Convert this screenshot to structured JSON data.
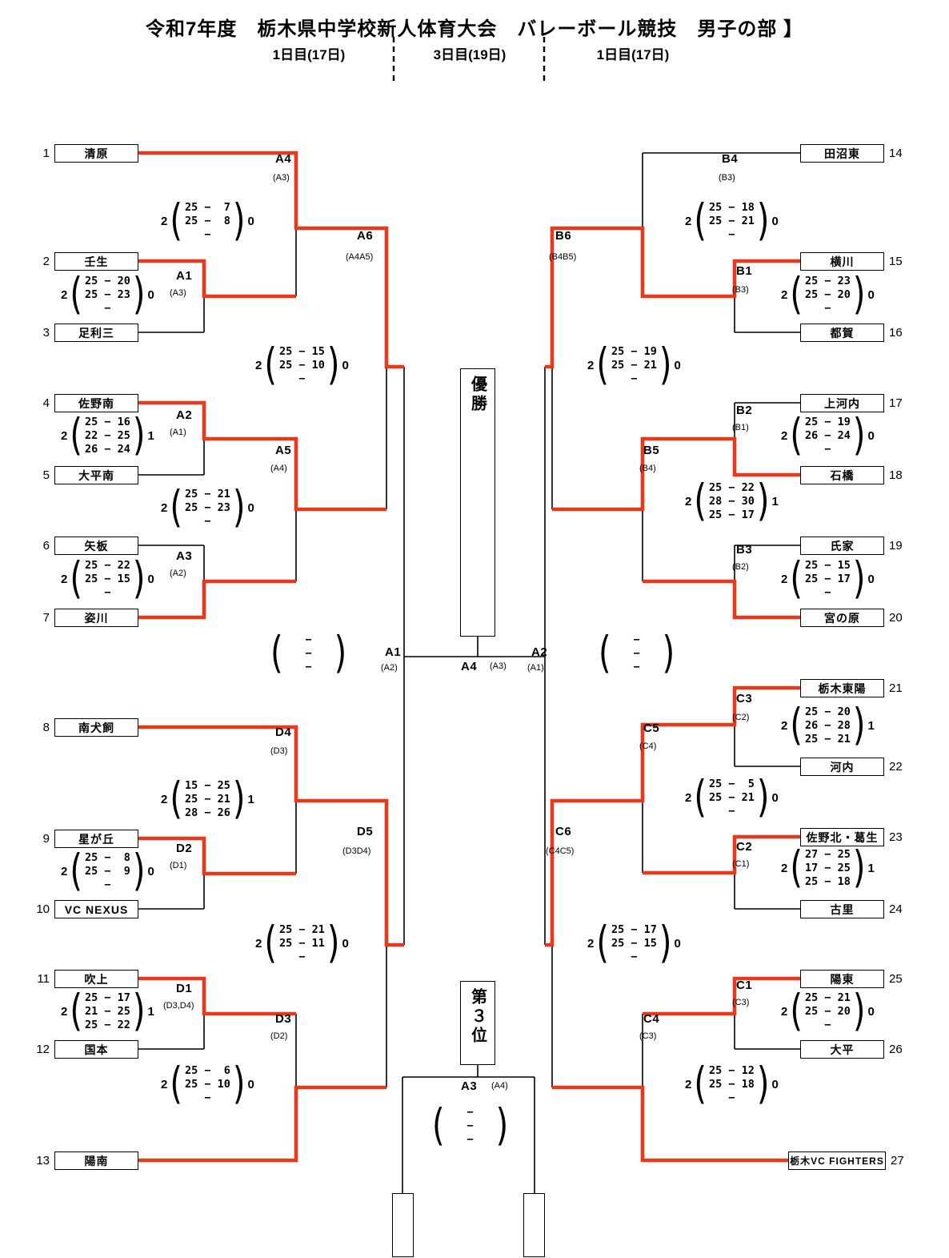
{
  "title": "令和7年度　栃木県中学校新人体育大会　バレーボール競技　男子の部 】",
  "day_headers": [
    "1日目(17日)",
    "3日目(19日)",
    "1日目(17日)"
  ],
  "center": {
    "champion_label": "優勝",
    "third_place_label": "第３位"
  },
  "accent_color": "#e8391d",
  "teams": [
    {
      "seed": "1",
      "name": "清原"
    },
    {
      "seed": "2",
      "name": "壬生"
    },
    {
      "seed": "3",
      "name": "足利三"
    },
    {
      "seed": "4",
      "name": "佐野南"
    },
    {
      "seed": "5",
      "name": "大平南"
    },
    {
      "seed": "6",
      "name": "矢板"
    },
    {
      "seed": "7",
      "name": "姿川"
    },
    {
      "seed": "8",
      "name": "南犬飼"
    },
    {
      "seed": "9",
      "name": "星が丘"
    },
    {
      "seed": "10",
      "name": "VC NEXUS"
    },
    {
      "seed": "11",
      "name": "吹上"
    },
    {
      "seed": "12",
      "name": "国本"
    },
    {
      "seed": "13",
      "name": "陽南"
    },
    {
      "seed": "14",
      "name": "田沼東"
    },
    {
      "seed": "15",
      "name": "横川"
    },
    {
      "seed": "16",
      "name": "都賀"
    },
    {
      "seed": "17",
      "name": "上河内"
    },
    {
      "seed": "18",
      "name": "石橋"
    },
    {
      "seed": "19",
      "name": "氏家"
    },
    {
      "seed": "20",
      "name": "宮の原"
    },
    {
      "seed": "21",
      "name": "栃木東陽"
    },
    {
      "seed": "22",
      "name": "河内"
    },
    {
      "seed": "23",
      "name": "佐野北・葛生"
    },
    {
      "seed": "24",
      "name": "古里"
    },
    {
      "seed": "25",
      "name": "陽東"
    },
    {
      "seed": "26",
      "name": "大平"
    },
    {
      "seed": "27",
      "name": "栃木VC FIGHTERS"
    }
  ],
  "matches": [
    {
      "id": "A4",
      "w": "2",
      "l": "0",
      "sets": [
        "25 −  7",
        "25 −  8",
        "−"
      ]
    },
    {
      "id": "A1",
      "w": "2",
      "l": "0",
      "sets": [
        "25 − 20",
        "25 − 23",
        "−"
      ]
    },
    {
      "id": "A6",
      "w": "2",
      "l": "0",
      "sets": [
        "25 − 15",
        "25 − 10",
        "−"
      ]
    },
    {
      "id": "A2",
      "w": "2",
      "l": "1",
      "sets": [
        "25 − 16",
        "22 − 25",
        "26 − 24"
      ]
    },
    {
      "id": "A5",
      "w": "2",
      "l": "0",
      "sets": [
        "25 − 21",
        "25 − 23",
        "−"
      ]
    },
    {
      "id": "A3",
      "w": "2",
      "l": "0",
      "sets": [
        "25 − 22",
        "25 − 15",
        "−"
      ]
    },
    {
      "id": "D4",
      "w": "2",
      "l": "1",
      "sets": [
        "15 − 25",
        "25 − 21",
        "28 − 26"
      ]
    },
    {
      "id": "D2",
      "w": "2",
      "l": "0",
      "sets": [
        "25 −  8",
        "25 −  9",
        "−"
      ]
    },
    {
      "id": "D5",
      "w": "2",
      "l": "0",
      "sets": [
        "25 − 21",
        "25 − 11",
        "−"
      ]
    },
    {
      "id": "D1",
      "w": "2",
      "l": "1",
      "sets": [
        "25 − 17",
        "21 − 25",
        "25 − 22"
      ]
    },
    {
      "id": "D3",
      "w": "2",
      "l": "0",
      "sets": [
        "25 −  6",
        "25 − 10",
        "−"
      ]
    },
    {
      "id": "B4",
      "w": "2",
      "l": "0",
      "sets": [
        "25 − 18",
        "25 − 21",
        "−"
      ]
    },
    {
      "id": "B1",
      "w": "2",
      "l": "0",
      "sets": [
        "25 − 23",
        "25 − 20",
        "−"
      ]
    },
    {
      "id": "B6",
      "w": "2",
      "l": "0",
      "sets": [
        "25 − 19",
        "25 − 21",
        "−"
      ]
    },
    {
      "id": "B2",
      "w": "2",
      "l": "0",
      "sets": [
        "25 − 19",
        "26 − 24",
        "−"
      ]
    },
    {
      "id": "B5",
      "w": "2",
      "l": "1",
      "sets": [
        "25 − 22",
        "28 − 30",
        "25 − 17"
      ]
    },
    {
      "id": "B3",
      "w": "2",
      "l": "0",
      "sets": [
        "25 − 15",
        "25 − 17",
        "−"
      ]
    },
    {
      "id": "C3",
      "w": "2",
      "l": "1",
      "sets": [
        "25 − 20",
        "26 − 28",
        "25 − 21"
      ]
    },
    {
      "id": "C5",
      "w": "2",
      "l": "0",
      "sets": [
        "25 −  5",
        "25 − 21",
        "−"
      ]
    },
    {
      "id": "C2",
      "w": "2",
      "l": "1",
      "sets": [
        "27 − 25",
        "17 − 25",
        "25 − 18"
      ]
    },
    {
      "id": "C6",
      "w": "2",
      "l": "0",
      "sets": [
        "25 − 17",
        "25 − 15",
        "−"
      ]
    },
    {
      "id": "C1",
      "w": "2",
      "l": "0",
      "sets": [
        "25 − 21",
        "25 − 20",
        "−"
      ]
    },
    {
      "id": "C4",
      "w": "2",
      "l": "0",
      "sets": [
        "25 − 12",
        "25 − 18",
        "−"
      ]
    },
    {
      "id": "sf-left",
      "sets": [
        "−",
        "−",
        "−"
      ]
    },
    {
      "id": "sf-right",
      "sets": [
        "−",
        "−",
        "−"
      ]
    },
    {
      "id": "third",
      "sets": [
        "−",
        "−",
        "−"
      ]
    }
  ],
  "match_tags": [
    {
      "id": "A4",
      "label": "A4",
      "sub": "(A3)"
    },
    {
      "id": "A1",
      "label": "A1",
      "sub": "(A3)"
    },
    {
      "id": "A6",
      "label": "A6",
      "sub": "(A4A5)"
    },
    {
      "id": "A2",
      "label": "A2",
      "sub": "(A1)"
    },
    {
      "id": "A5",
      "label": "A5",
      "sub": "(A4)"
    },
    {
      "id": "A3",
      "label": "A3",
      "sub": "(A2)"
    },
    {
      "id": "D4",
      "label": "D4",
      "sub": "(D3)"
    },
    {
      "id": "D2",
      "label": "D2",
      "sub": "(D1)"
    },
    {
      "id": "D5",
      "label": "D5",
      "sub": "(D3D4)"
    },
    {
      "id": "D1",
      "label": "D1",
      "sub": "(D3,D4)"
    },
    {
      "id": "D3",
      "label": "D3",
      "sub": "(D2)"
    },
    {
      "id": "B4",
      "label": "B4",
      "sub": "(B3)"
    },
    {
      "id": "B1",
      "label": "B1",
      "sub": "(B3)"
    },
    {
      "id": "B6",
      "label": "B6",
      "sub": "(B4B5)"
    },
    {
      "id": "B2",
      "label": "B2",
      "sub": "(B1)"
    },
    {
      "id": "B5",
      "label": "B5",
      "sub": "(B4)"
    },
    {
      "id": "B3",
      "label": "B3",
      "sub": "(B2)"
    },
    {
      "id": "C3",
      "label": "C3",
      "sub": "(C2)"
    },
    {
      "id": "C5",
      "label": "C5",
      "sub": "(C4)"
    },
    {
      "id": "C6",
      "label": "C6",
      "sub": "(C4C5)"
    },
    {
      "id": "C2",
      "label": "C2",
      "sub": "(C1)"
    },
    {
      "id": "C1",
      "label": "C1",
      "sub": "(C3)"
    },
    {
      "id": "C4",
      "label": "C4",
      "sub": "(C3)"
    },
    {
      "id": "sf-left",
      "label": "A1",
      "sub": "(A2)"
    },
    {
      "id": "sf-right",
      "label": "A2",
      "sub": "(A1)"
    },
    {
      "id": "final",
      "label": "A4",
      "sub": "(A3)"
    },
    {
      "id": "third",
      "label": "A3",
      "sub": "(A4)"
    }
  ]
}
